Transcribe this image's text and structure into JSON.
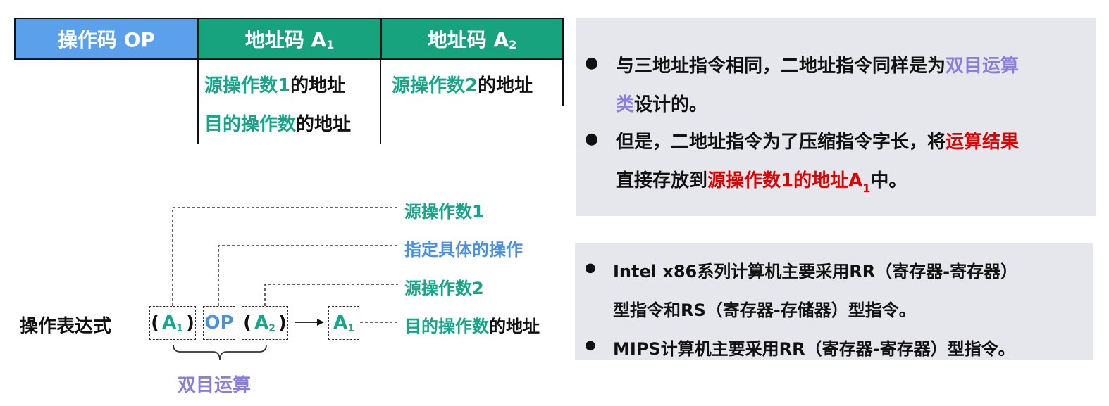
{
  "table": {
    "header_op": "操作码 OP",
    "header_a1_main": "地址码 A",
    "header_a1_sub": "1",
    "header_a2_main": "地址码 A",
    "header_a2_sub": "2",
    "a1_line1_colored": "源操作数1",
    "a1_line1_plain": "的地址",
    "a1_line2_colored": "目的操作数",
    "a1_line2_plain": "的地址",
    "a2_line1_colored": "源操作数2",
    "a2_line1_plain": "的地址"
  },
  "panel1": {
    "b1_text": "与三地址指令相同，二地址指令同样是为",
    "b1_highlight": "双目运算",
    "b1_line2_highlight": "类",
    "b1_line2_text": "设计的。",
    "b2_text": "但是，二地址指令为了压缩指令字长，将",
    "b2_highlight": "运算结果",
    "b2_line2_text": "直接存放到",
    "b2_line2_highlight": "源操作数1的地址A",
    "b2_line2_sub": "1",
    "b2_line2_end": "中。"
  },
  "panel2": {
    "b1_line1": "Intel x86系列计算机主要采用RR（寄存器-寄存器）",
    "b1_line2": "型指令和RS（寄存器-存储器）型指令。",
    "b2_line1": "MIPS计算机主要采用RR（寄存器-寄存器）型指令。"
  },
  "diagram": {
    "expr_label": "操作表达式",
    "box1_paren_open": "(",
    "box1_main": "A",
    "box1_sub": "1",
    "box1_paren_close": ")",
    "box2": "OP",
    "box3_paren_open": "(",
    "box3_main": "A",
    "box3_sub": "2",
    "box3_paren_close": ")",
    "box4_main": "A",
    "box4_sub": "1",
    "label_src1": "源操作数1",
    "label_op": "指定具体的操作",
    "label_src2": "源操作数2",
    "label_dest_colored": "目的操作数",
    "label_dest_plain": "的地址",
    "brace_label": "双目运算"
  },
  "colors": {
    "teal": "#17a589",
    "blue": "#4a90e2",
    "purple": "#8a7de0",
    "red": "#e00000",
    "header_blue": "#5aa0ea",
    "header_green": "#18a37f",
    "panel_gray": "#e6e7ec"
  }
}
